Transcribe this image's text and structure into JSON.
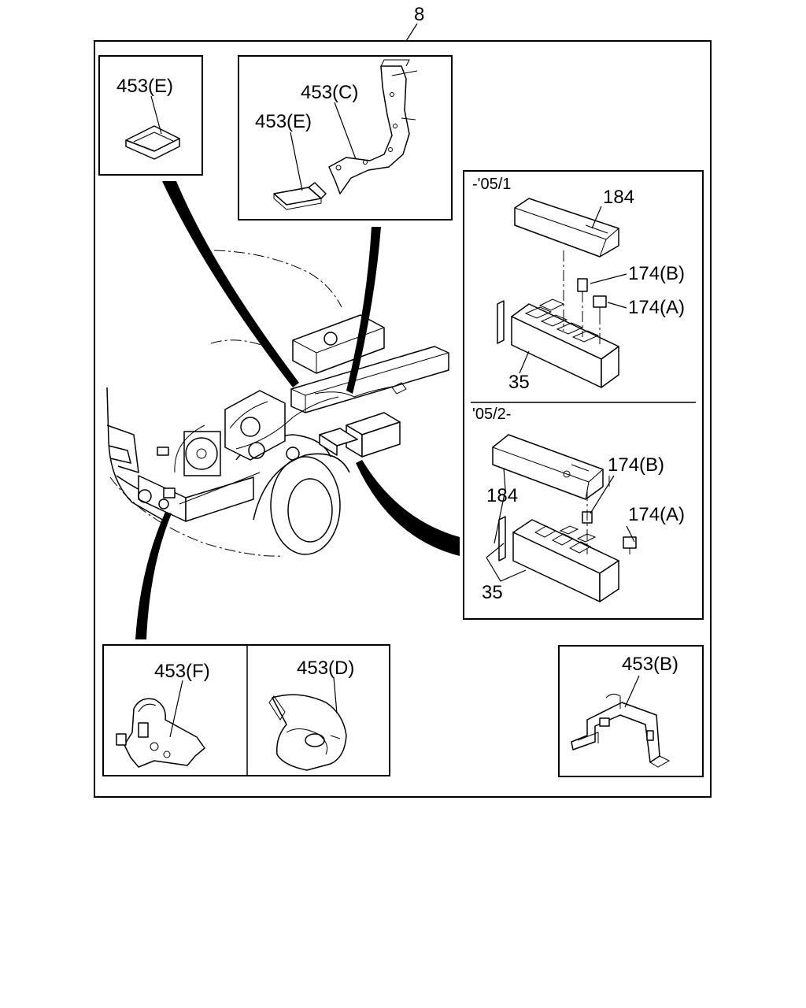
{
  "top_ref": "8",
  "callouts": {
    "e_left": "453(E)",
    "c_top": "453(C)",
    "e_top": "453(E)",
    "fuse_old_range": "-'05/1",
    "cover_old": "184",
    "relay_b_old": "174(B)",
    "relay_a_old": "174(A)",
    "box_old": "35",
    "fuse_new_range": "'05/2-",
    "relay_b_new": "174(B)",
    "cover_new": "184",
    "relay_a_new": "174(A)",
    "box_new": "35",
    "f_bottom": "453(F)",
    "d_bottom": "453(D)",
    "b_bottom": "453(B)"
  }
}
